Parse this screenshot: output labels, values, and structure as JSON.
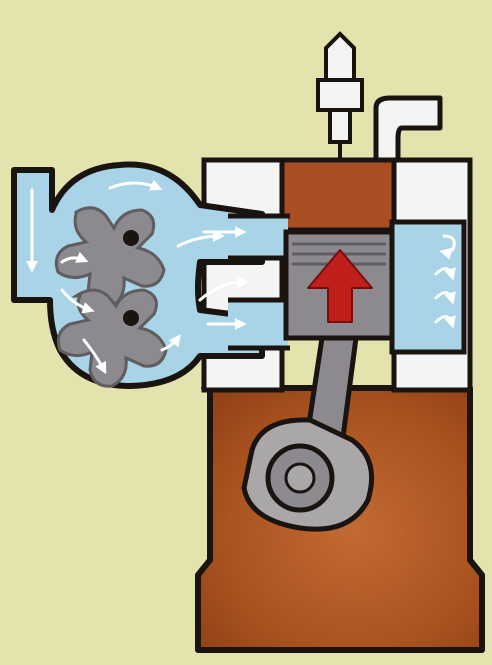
{
  "diagram": {
    "type": "cutaway",
    "parts": [
      "spark-plug",
      "exhaust-pipe",
      "roots-blower",
      "intake-duct",
      "cylinder-head",
      "cylinder-wall",
      "intake-port",
      "exhaust-port",
      "piston",
      "connecting-rod",
      "crankshaft",
      "crankcase"
    ],
    "piston_motion": "up",
    "airflow": "intake-to-exhaust"
  },
  "colors": {
    "background": "#e4e3ad",
    "outline": "#1a1410",
    "air": "#a9d3e6",
    "air_flow_arrow": "#ffffff",
    "crankcase": "#b05a26",
    "combustion_chamber": "#a94e22",
    "metal_light": "#a9a7a8",
    "metal_dark": "#5f5d60",
    "piston_arrow": "#c0201b",
    "cylinder_wall": "#f4f4f4"
  }
}
